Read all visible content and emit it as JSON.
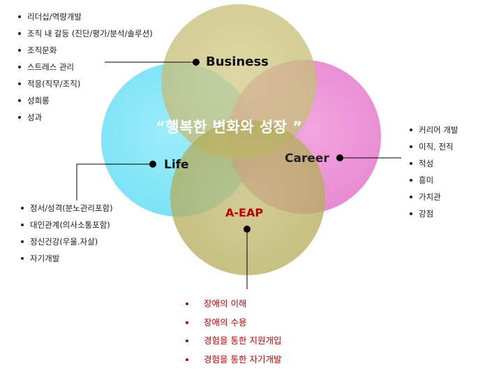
{
  "colors": {
    "business": "#c8c07a",
    "life": "#6ee0f6",
    "career": "#e878cc",
    "aeap": "#b8b060",
    "center_text": "#ffffff",
    "aeap_label": "#c00000",
    "red_list": "#c00000",
    "line": "#000000"
  },
  "circles": {
    "business": "Business",
    "life": "Life",
    "career": "Career",
    "aeap": "A-EAP"
  },
  "center_text": "“행복한 변화와 성장 ”",
  "business_list": [
    "리더십/역량개발",
    "조직 내 갈등 (진단/평가/분석/솔루션)",
    "조직문화",
    "스트레스 관리",
    "적응(직무/조직)",
    "성희롱",
    "성과"
  ],
  "career_list": [
    "커리어 개발",
    "이직, 전직",
    "적성",
    "흥미",
    "가치관",
    "강점"
  ],
  "life_list": [
    "정서/성격(분노관리포함)",
    "대인관계(의사소통포함)",
    "정신건강(우울.자살)",
    "자기개발"
  ],
  "aeap_list": [
    "장애의 이해",
    "장애의 수용",
    "경험을 통한 지원개입",
    "경험을 통한 자기개발"
  ]
}
